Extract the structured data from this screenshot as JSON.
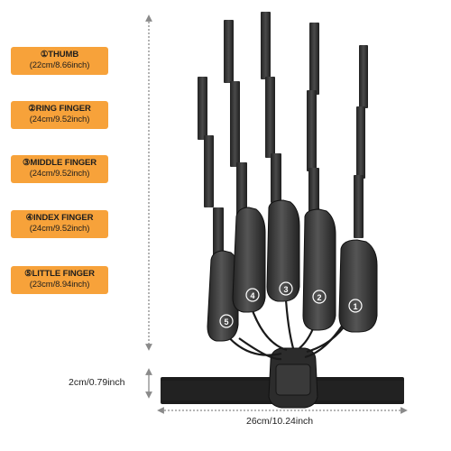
{
  "colors": {
    "label_bg": "#f7a23a",
    "label_text": "#1e1e1e",
    "dimension_line": "#8a8a8a",
    "device_dark": "#2e2e2e",
    "device_mid": "#444444",
    "strap": "#1c1c1c"
  },
  "fingers": [
    {
      "name": "①THUMB",
      "size": "(22cm/8.66inch)",
      "icon": "circled-1"
    },
    {
      "name": "②RING FINGER",
      "size": "(24cm/9.52inch)",
      "icon": "circled-2"
    },
    {
      "name": "③MIDDLE FINGER",
      "size": "(24cm/9.52inch)",
      "icon": "circled-3"
    },
    {
      "name": "④INDEX FINGER",
      "size": "(24cm/9.52inch)",
      "icon": "circled-4"
    },
    {
      "name": "⑤LITTLE FINGER",
      "size": "(23cm/8.94inch)",
      "icon": "circled-5"
    }
  ],
  "finger_numbers": [
    "5",
    "4",
    "3",
    "2",
    "1"
  ],
  "dimensions": {
    "strap_height": "2cm/0.79inch",
    "total_width": "26cm/10.24inch"
  }
}
